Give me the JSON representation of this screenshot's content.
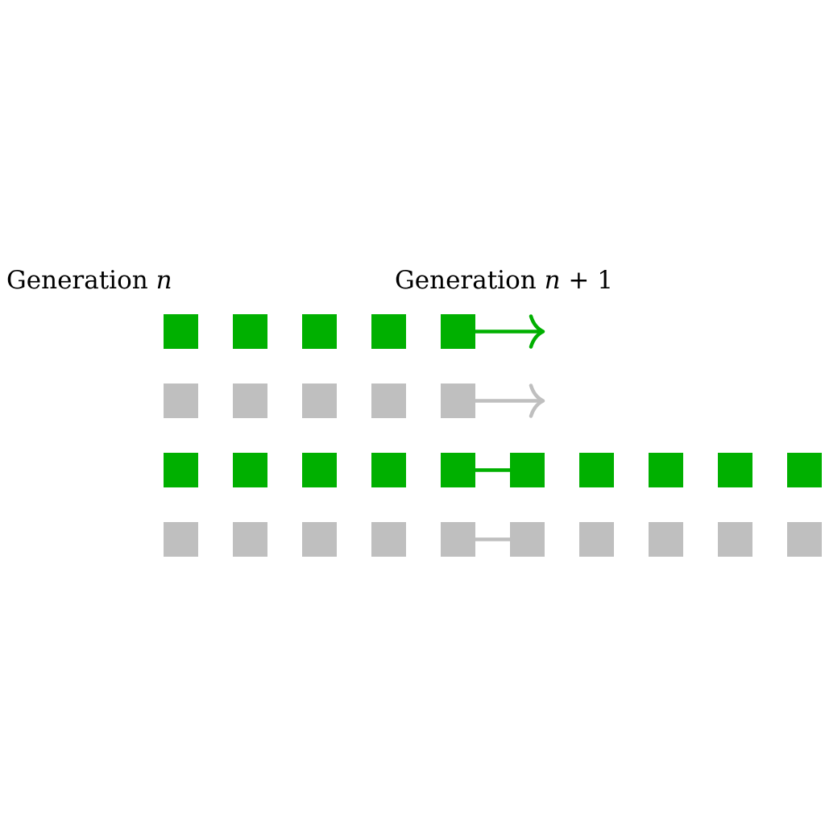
{
  "labels": {
    "generation_n_text": "Generation ",
    "generation_n_var": "n",
    "generation_n1_text": "Generation ",
    "generation_n1_var": "n",
    "generation_n1_suffix": " + 1"
  },
  "colors": {
    "active": "#00b000",
    "inactive": "#bfbfbf"
  },
  "rows": [
    {
      "color": "active",
      "gen_n_cells": 5,
      "connector": "arrow",
      "gen_n1_cells": 0
    },
    {
      "color": "inactive",
      "gen_n_cells": 5,
      "connector": "arrow",
      "gen_n1_cells": 0
    },
    {
      "color": "active",
      "gen_n_cells": 5,
      "connector": "line",
      "gen_n1_cells": 5
    },
    {
      "color": "inactive",
      "gen_n_cells": 5,
      "connector": "line",
      "gen_n1_cells": 5
    }
  ]
}
